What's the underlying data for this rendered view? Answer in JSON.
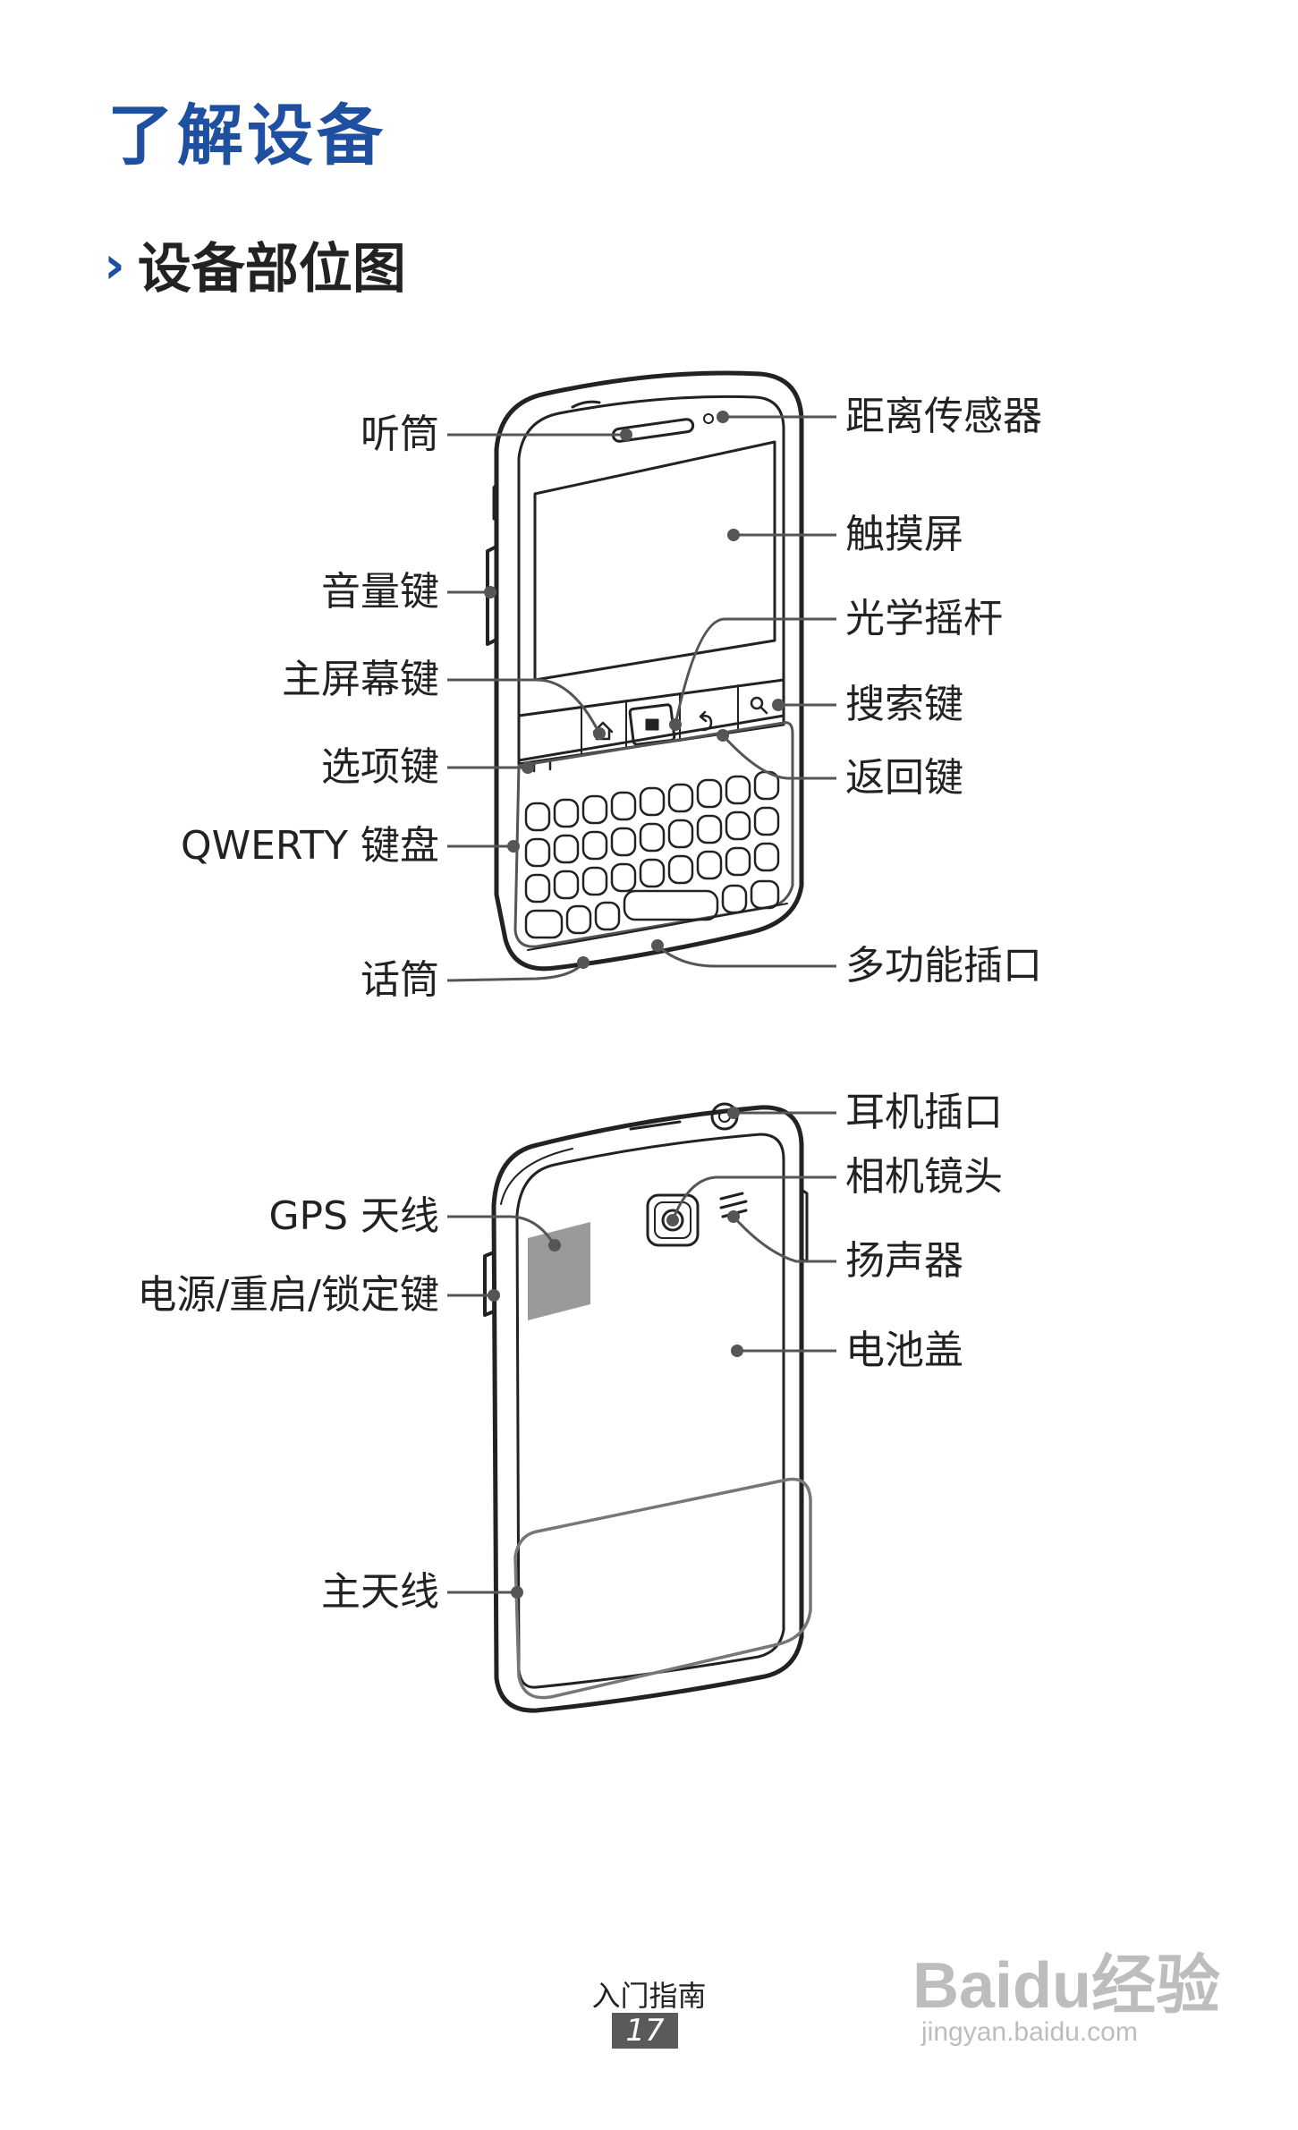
{
  "page": {
    "title": "了解设备",
    "section_title": "设备部位图",
    "footer": "入门指南",
    "page_number": "17",
    "watermark": "Baidu经验",
    "watermark_url": "jingyan.baidu.com"
  },
  "front_labels": {
    "earpiece": "听筒",
    "proximity_sensor": "距离传感器",
    "touch_screen": "触摸屏",
    "volume_key": "音量键",
    "optical_joystick": "光学摇杆",
    "home_key": "主屏幕键",
    "search_key": "搜索键",
    "menu_key": "选项键",
    "back_key": "返回键",
    "qwerty_keyboard": "QWERTY 键盘",
    "microphone": "话筒",
    "multifunction_jack": "多功能插口"
  },
  "back_labels": {
    "headset_jack": "耳机插口",
    "camera_lens": "相机镜头",
    "gps_antenna": "GPS 天线",
    "speaker": "扬声器",
    "power_key": "电源/重启/锁定键",
    "battery_cover": "电池盖",
    "main_antenna": "主天线"
  },
  "colors": {
    "title": "#1e4fa0",
    "line": "#222222",
    "callout": "#555555",
    "gps_patch": "#9a9a9a",
    "antenna": "#777777"
  }
}
